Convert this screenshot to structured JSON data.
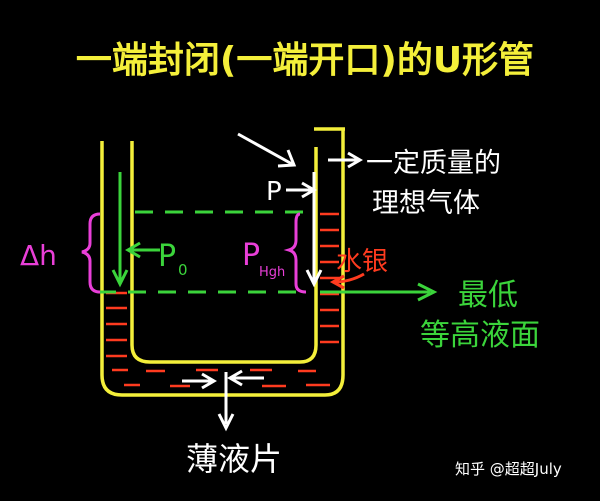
{
  "title": "一端封闭(一端开口)的U形管",
  "labels": {
    "gas_note_line1": "一定质量的",
    "gas_note_line2": "理想气体",
    "pressure_p": "P",
    "pressure_p0": "P",
    "pressure_p0_sub": "0",
    "pressure_pgh": "P",
    "pressure_pgh_sub": "Hgh",
    "delta_h": "Δh",
    "mercury": "水银",
    "lowest_level_line1": "最低",
    "lowest_level_line2": "等高液面",
    "thin_sheet": "薄液片",
    "watermark": "知乎 @超超July"
  },
  "colors": {
    "title": "#f4ef3a",
    "tube": "#f4ef3a",
    "white": "#ffffff",
    "green": "#3bd43b",
    "magenta": "#e93fd8",
    "red": "#ff3b1f",
    "background": "#000000"
  }
}
